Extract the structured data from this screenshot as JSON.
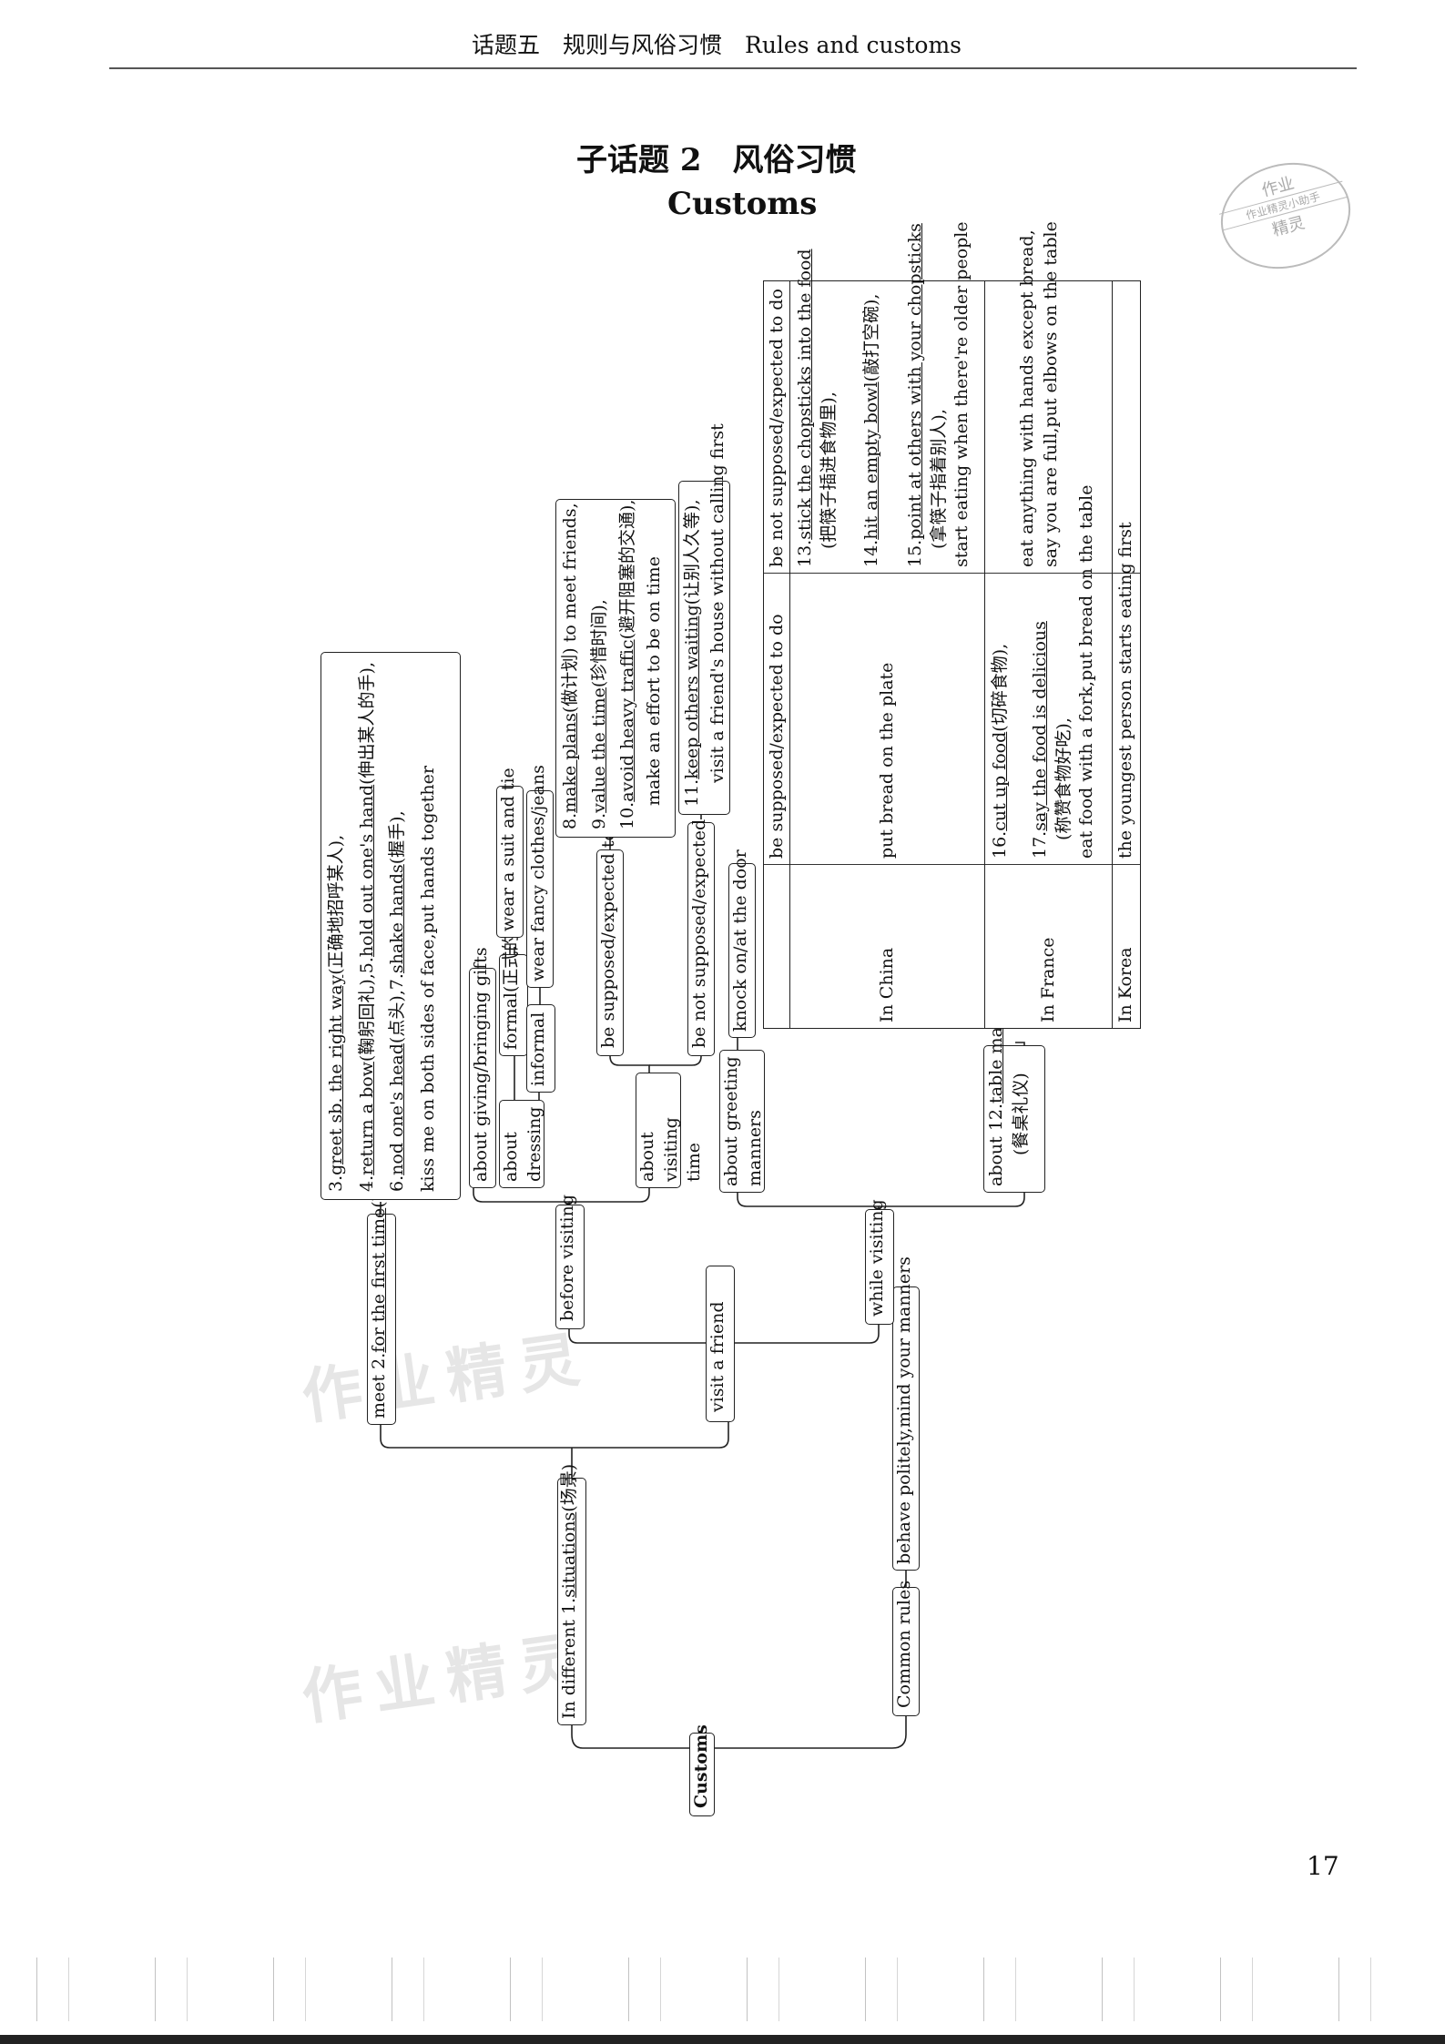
{
  "header": {
    "text": "话题五　规则与风俗习惯　Rules and customs"
  },
  "title": {
    "chinese": "子话题 2　风俗习惯",
    "english": "Customs"
  },
  "page_number": "17",
  "stamp": {
    "top": "作业",
    "middle": "作业精灵小助手",
    "bottom": "精灵"
  },
  "watermark": "作业精灵",
  "diagram": {
    "root": "Customs",
    "in_different": {
      "label_prefix": "In different 1.",
      "answer": "situations",
      "note": "(场景)"
    },
    "common_rules": "Common rules",
    "behave": "behave politely,mind your manners",
    "meet": {
      "label_prefix": "meet 2.",
      "answer": "for the first time",
      "note": "(首次)"
    },
    "visit_friend": "visit a friend",
    "meet_details": [
      {
        "prefix": "3.",
        "answer": "greet sb. the right way",
        "note": "(正确地招呼某人),"
      },
      {
        "prefix": "4.",
        "answer": "return a bow",
        "note": "(鞠躬回礼),5.",
        "answer2": "hold out one's hand",
        "note2": "(伸出某人的手),"
      },
      {
        "prefix": "6.",
        "answer": "nod one's head",
        "note": "(点头),7.",
        "answer2": "shake hands",
        "note2": "(握手),"
      },
      {
        "prefix": "",
        "answer": "",
        "note": "kiss me on both sides of face,put hands together"
      }
    ],
    "before_visiting": "before visiting",
    "while_visiting": "while visiting",
    "about_gifts": "about giving/bringing gifts",
    "about_dressing": "about dressing",
    "formal": {
      "answer": "formal",
      "note": "(正式的)"
    },
    "informal": "informal",
    "wear_suit": "wear a suit and tie",
    "wear_fancy": "wear fancy clothes/jeans",
    "about_visiting_time": "about visiting time",
    "be_supposed_to": "be supposed/expected to",
    "be_not_supposed_to": "be not supposed/expected to",
    "supposed_details": [
      {
        "prefix": "8.",
        "answer": "make plans",
        "note": "(做计划) to meet friends,"
      },
      {
        "prefix": "9.",
        "answer": "value the time",
        "note": "(珍惜时间),"
      },
      {
        "prefix": "10.",
        "answer": "avoid heavy traffic",
        "note": "(避开阻塞的交通),"
      },
      {
        "prefix": "",
        "answer": "",
        "note": "make an effort to be on time"
      }
    ],
    "not_supposed_details": [
      {
        "prefix": "11.",
        "answer": "keep others waiting",
        "note": "(让别人久等),"
      },
      {
        "prefix": "",
        "answer": "",
        "note": "visit a friend's house without calling first"
      }
    ],
    "about_greeting": "about greeting manners",
    "knock": "knock on/at the door",
    "about_table": {
      "prefix": "about 12.",
      "answer": "table manners",
      "note": "(餐桌礼仪)"
    },
    "table": {
      "header_supposed": "be supposed/expected to do",
      "header_not_supposed": "be not supposed/expected to do",
      "rows": [
        {
          "country": "In China",
          "supposed": [
            "put bread on the plate"
          ],
          "not_supposed": [
            {
              "prefix": "13.",
              "answer": "stick the chopsticks into the food",
              "note": "(把筷子插进食物里),"
            },
            {
              "prefix": "14.",
              "answer": "hit an empty bowl",
              "note": "(敲打空碗),"
            },
            {
              "prefix": "15.",
              "answer": "point at others with your chopsticks",
              "note": "(拿筷子指着别人),"
            },
            {
              "prefix": "",
              "answer": "",
              "note": "start eating when there're older people"
            }
          ]
        },
        {
          "country": "In France",
          "supposed_rich": [
            {
              "prefix": "16.",
              "answer": "cut up food",
              "note": "(切碎食物),"
            },
            {
              "prefix": "17.",
              "answer": "say the food is delicious",
              "note": "(称赞食物好吃),"
            },
            {
              "prefix": "",
              "answer": "",
              "note": "eat food with a fork,put bread on the table"
            }
          ],
          "not_supposed": [
            {
              "prefix": "",
              "answer": "",
              "note": "eat anything with hands except bread,"
            },
            {
              "prefix": "",
              "answer": "",
              "note": "say you are full,put elbows on the table"
            }
          ]
        },
        {
          "country": "In Korea",
          "supposed": [
            "the youngest person starts eating first"
          ],
          "not_supposed": []
        }
      ]
    }
  }
}
